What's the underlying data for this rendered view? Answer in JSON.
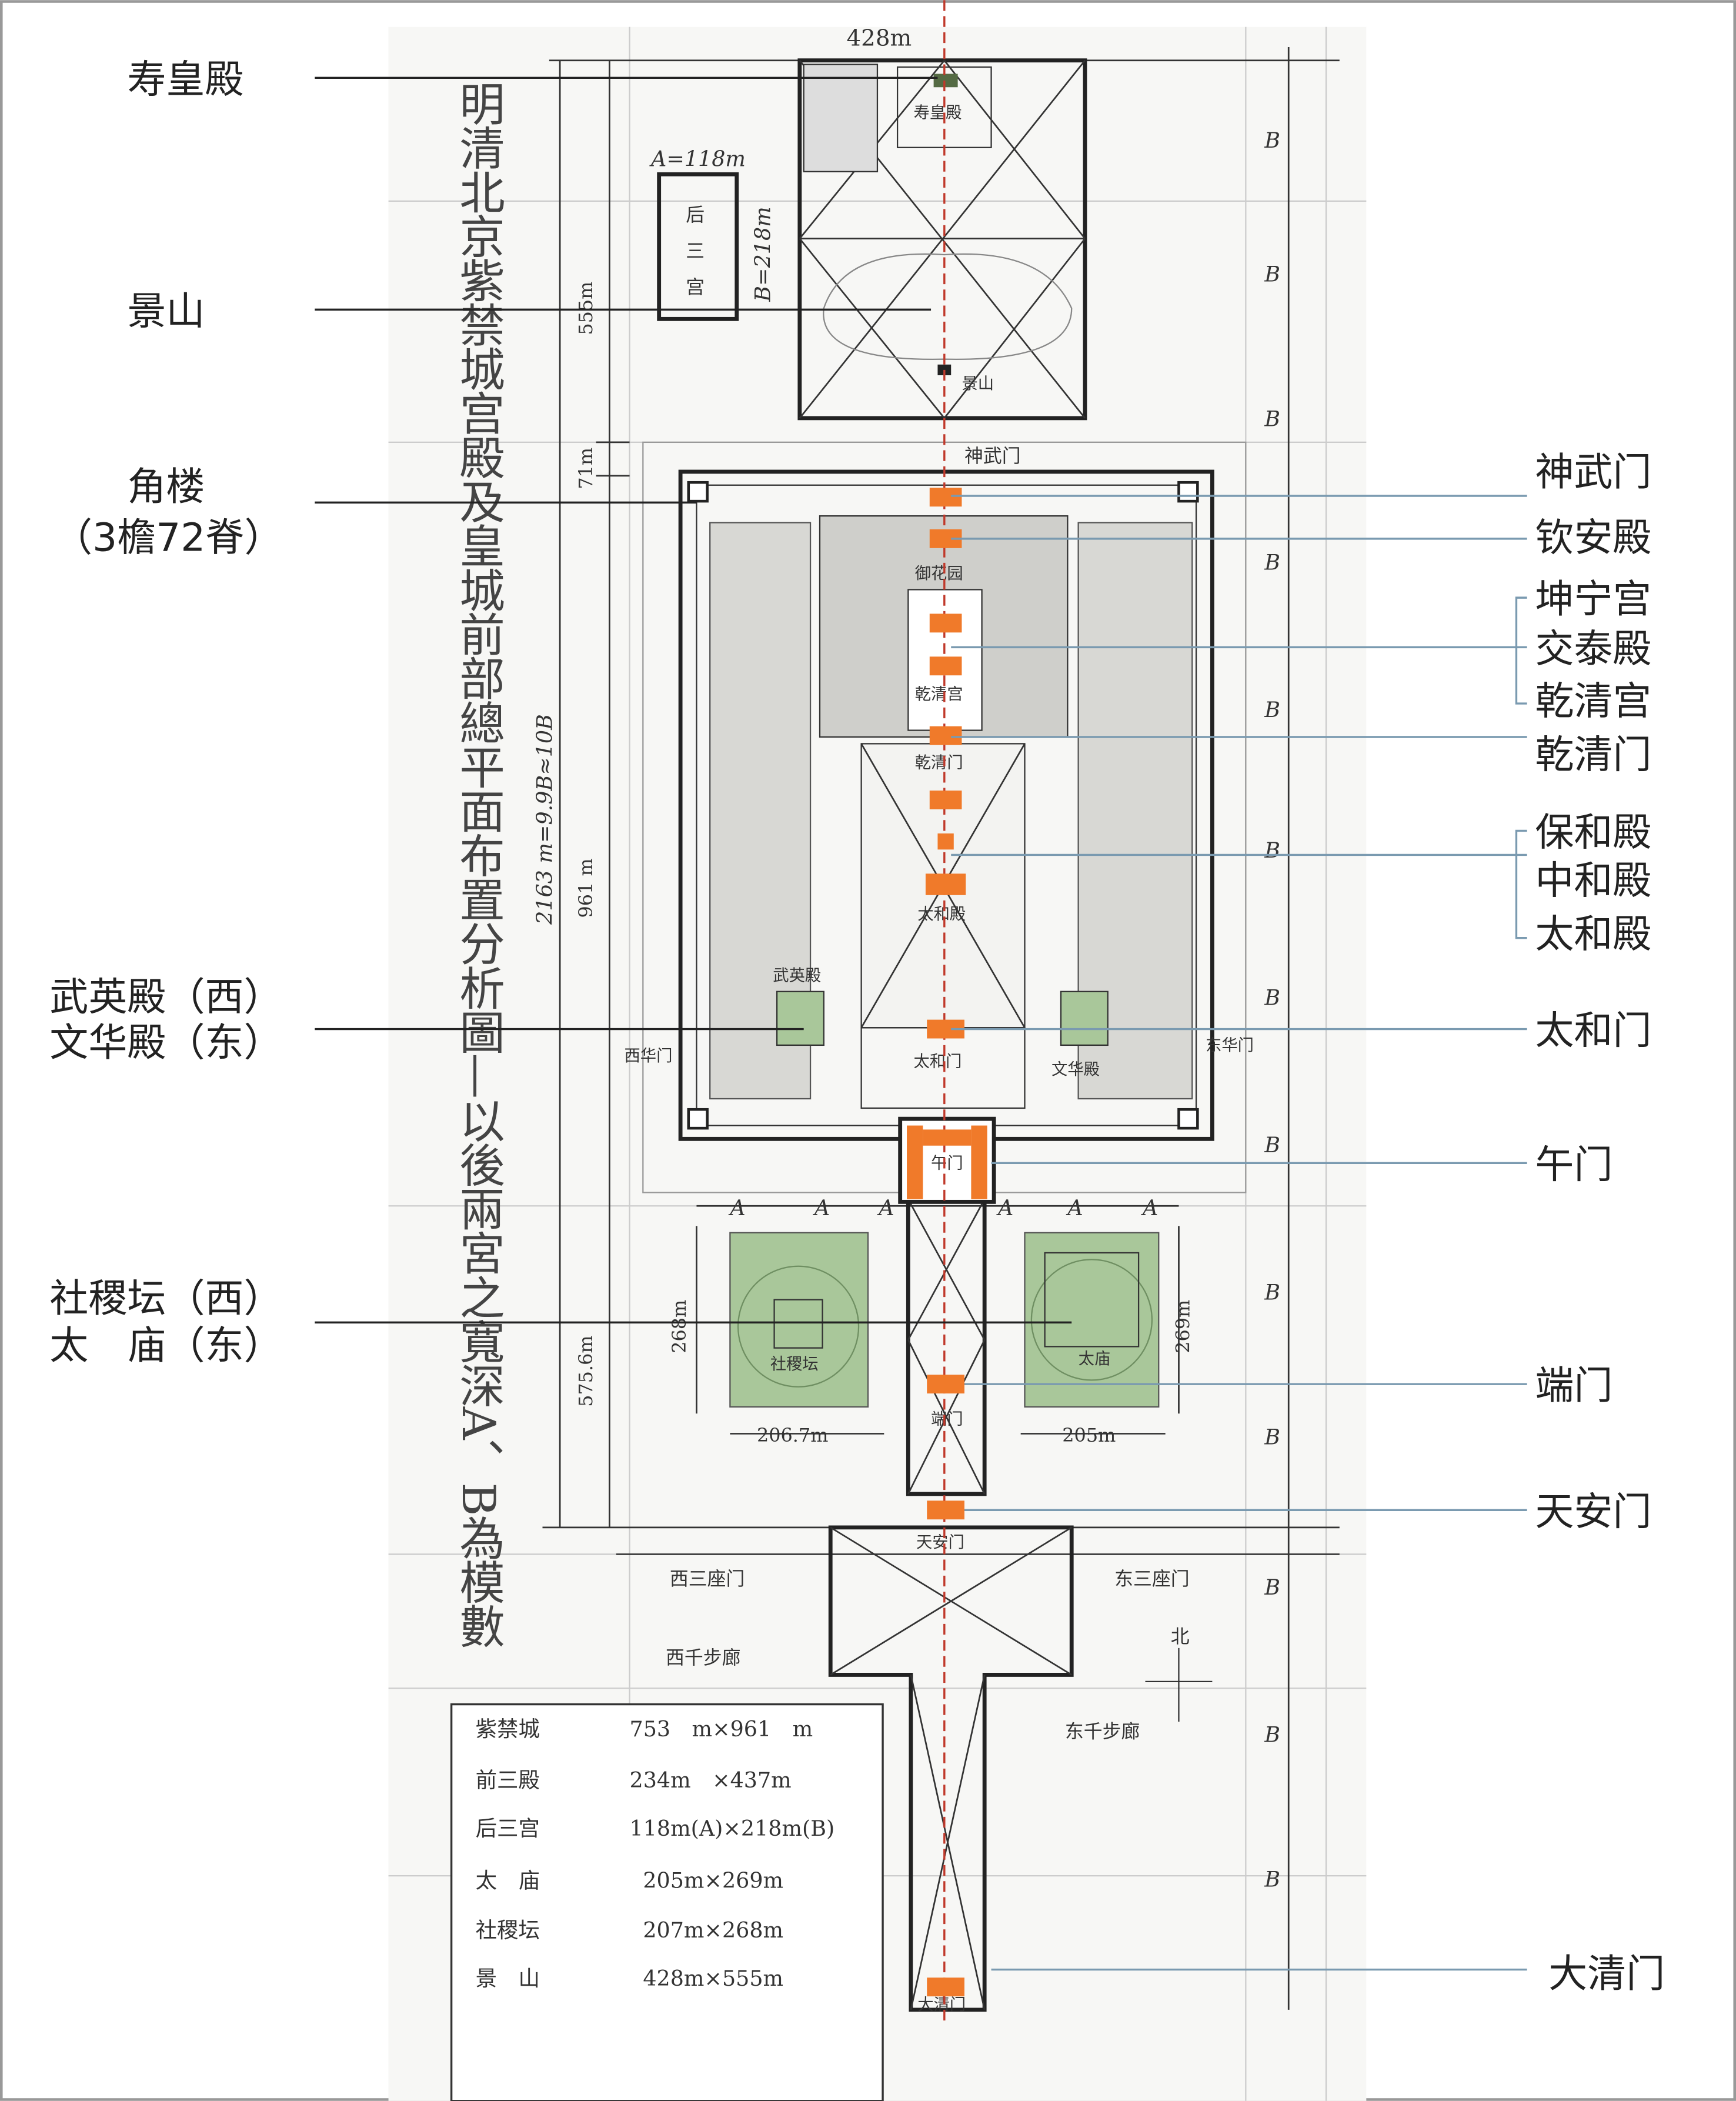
{
  "title": "明清北京紫禁城宫殿及皇城前部總平面布置分析圖—以後兩宮之寬深A、B為模數",
  "left_labels": [
    "寿皇殿",
    "景山",
    "角楼",
    "（3檐72脊）",
    "武英殿（西）",
    "文华殿（东）",
    "社稷坛（西）",
    "太　庙（东）"
  ],
  "right_labels": [
    "神武门",
    "钦安殿",
    "坤宁宫",
    "交泰殿",
    "乾清宫",
    "乾清门",
    "保和殿",
    "中和殿",
    "太和殿",
    "太和门",
    "午门",
    "端门",
    "天安门",
    "大清门"
  ],
  "plan_labels": {
    "jingshan_width": "428m",
    "a_dim": "A=118m",
    "b_dim": "B=218m",
    "hou_san_gong": [
      "后",
      "三",
      "宫"
    ],
    "jingshan_depth": "555m",
    "gap": "71m",
    "total": "2163 m=9.9B≈10B",
    "fc_depth": "961 m",
    "front_depth": "575.6m",
    "sheji_depth": "268m",
    "taimiao_depth": "269m",
    "sheji_width": "206.7m",
    "taimiao_width": "205m",
    "a": "A",
    "b": "B",
    "shouhuang": "寿皇殿",
    "jingshan": "景山",
    "shenwu": "神武门",
    "yuhuayuan": "御花园",
    "qianqinggong": "乾清宫",
    "qianqingmen": "乾清门",
    "taihedian": "太和殿",
    "wuying": "武英殿",
    "wenhua": "文华殿",
    "xihua": "西华门",
    "donghua": "东华门",
    "taihemen": "太和门",
    "wumen": "午门",
    "sheji": "社稷坛",
    "taimiao": "太庙",
    "duanmen": "端门",
    "tiananmen": "天安门",
    "xisanzuo": "西三座门",
    "dongsanzuo": "东三座门",
    "xiqianbu": "西千步廊",
    "dongqianbu": "东千步廊",
    "north": "北",
    "daqing": "大清门"
  },
  "table": [
    {
      "name": "紫禁城",
      "size": "753　m×961　m"
    },
    {
      "name": "前三殿",
      "size": "234m　×437m"
    },
    {
      "name": "后三宫",
      "size": "118m(A)×218m(B)"
    },
    {
      "name": "太　庙",
      "size": "205m×269m"
    },
    {
      "name": "社稷坛",
      "size": "207m×268m"
    },
    {
      "name": "景　山",
      "size": "428m×555m"
    }
  ],
  "colors": {
    "gate": "#f07a2a",
    "altar": "#a9c79a",
    "axis": "#c0392b",
    "leader_right": "#7a9ab0"
  }
}
